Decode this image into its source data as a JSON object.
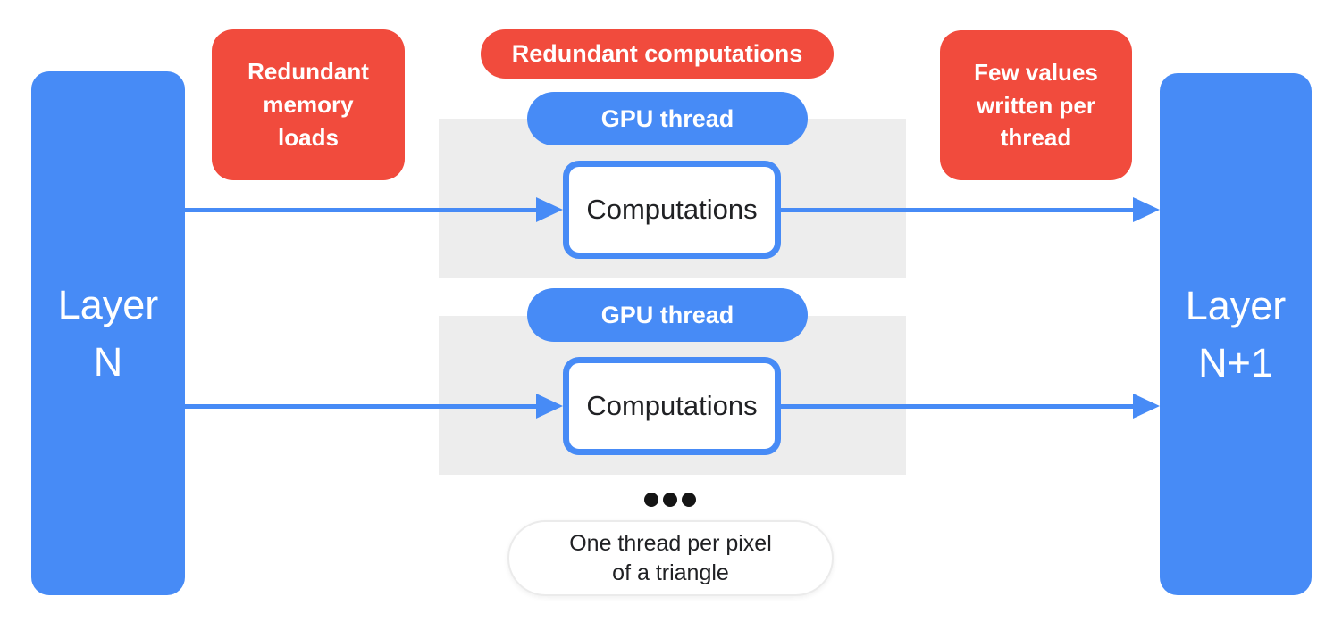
{
  "colors": {
    "blue": "#478BF6",
    "red": "#F14B3D",
    "gray": "#EDEDED",
    "ink": "#202124",
    "dot": "#151515",
    "note_border": "#EBEBEB"
  },
  "left_layer": {
    "label": "Layer\nN"
  },
  "right_layer": {
    "label": "Layer\nN+1"
  },
  "callouts": {
    "memory_loads": "Redundant\nmemory\nloads",
    "computations": "Redundant computations",
    "few_values": "Few values\nwritten per\nthread"
  },
  "threads": [
    {
      "pill_label": "GPU thread",
      "box_label": "Computations"
    },
    {
      "pill_label": "GPU thread",
      "box_label": "Computations"
    }
  ],
  "note": {
    "label": "One thread per pixel\nof a triangle"
  }
}
